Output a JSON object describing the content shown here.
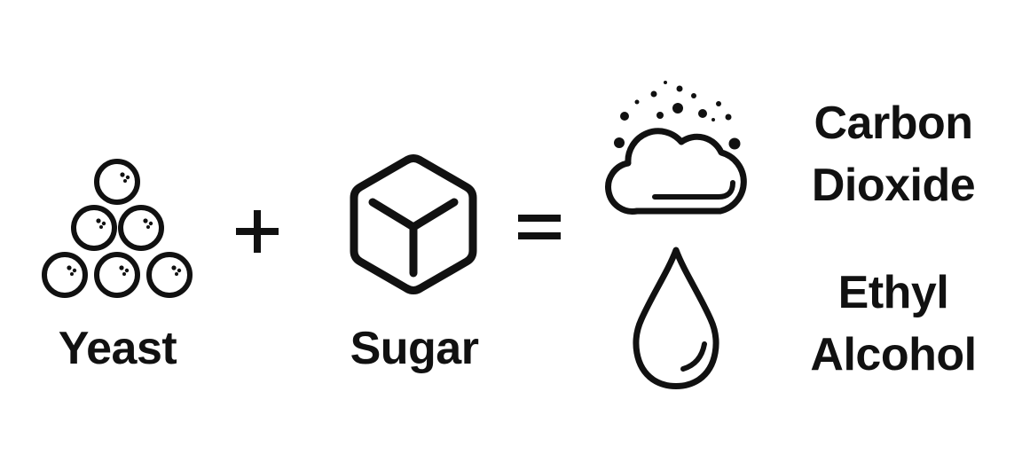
{
  "diagram": {
    "ingredients": [
      {
        "label": "Yeast",
        "icon": "yeast-cells-icon"
      },
      {
        "label": "Sugar",
        "icon": "sugar-cube-icon"
      }
    ],
    "operators": {
      "plus": "+",
      "equals": "="
    },
    "products": [
      {
        "line1": "Carbon",
        "line2": "Dioxide",
        "icon": "cloud-bubbles-icon"
      },
      {
        "line1": "Ethyl",
        "line2": "Alcohol",
        "icon": "droplet-icon"
      }
    ],
    "colors": {
      "ink": "#111111",
      "background": "#ffffff"
    }
  }
}
